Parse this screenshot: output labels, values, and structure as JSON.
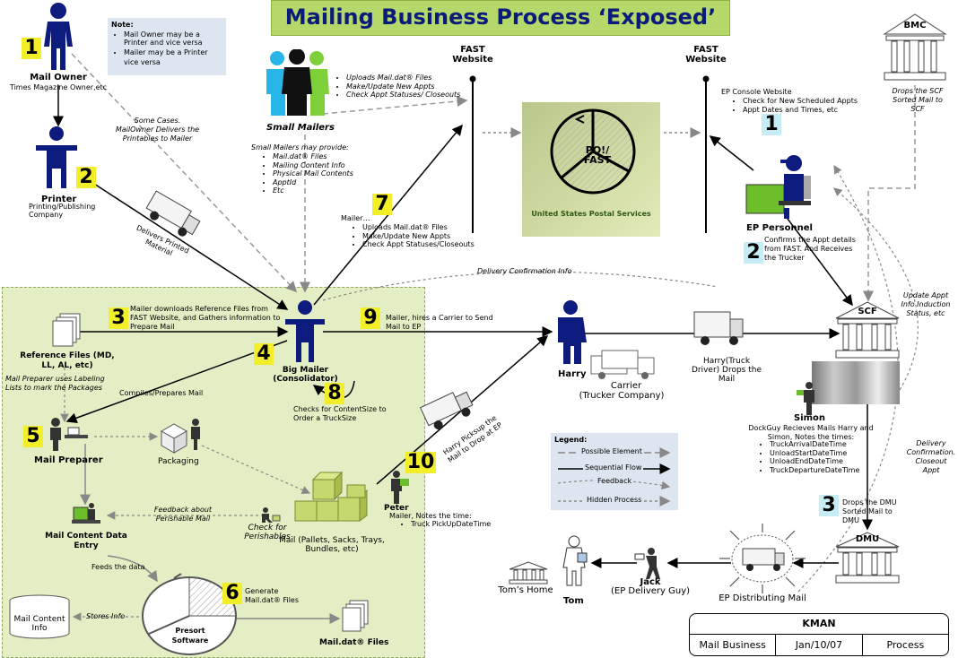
{
  "title": "Mailing Business Process ‘Exposed’",
  "note": {
    "heading": "Note:",
    "items": [
      "Mail Owner may be a Printer and vice versa",
      "Mailer may be a Printer",
      "vice versa"
    ]
  },
  "actors": {
    "mail_owner": {
      "name": "Mail Owner",
      "sub": "Times Magazine Owner,etc",
      "num": "1"
    },
    "printer": {
      "name": "Printer",
      "sub": "Printing/Publishing Company",
      "num": "2"
    },
    "small_mailers": {
      "name": "Small Mailers"
    },
    "big_mailer": {
      "name": "Big Mailer",
      "sub": "(Consolidator)"
    },
    "harry": {
      "name": "Harry"
    },
    "carrier": {
      "name": "Carrier",
      "sub": "(Trucker Company)"
    },
    "ep_personnel": {
      "name": "EP Personnel"
    },
    "simon": {
      "name": "Simon"
    },
    "peter": {
      "name": "Peter"
    },
    "jack": {
      "name": "Jack",
      "sub": "(EP Delivery Guy)"
    },
    "tom": {
      "name": "Tom"
    },
    "mail_preparer": {
      "name": "Mail Preparer"
    },
    "mail_content_data_entry": {
      "name": "Mail Content Data Entry"
    }
  },
  "places": {
    "fast_left": "FAST Website",
    "fast_right": "FAST Website",
    "bmc": "BMC",
    "scf": "SCF",
    "dmu": "DMU",
    "toms_home": "Tom’s Home",
    "usps_center": "PO!/ FAST",
    "usps_label": "United States Postal Services"
  },
  "texts": {
    "some_cases": "Some Cases. MailOwner Delivers the Printables to Mailer",
    "delivers_printed": "Delivers Printed Material",
    "small_mailers_actions": [
      "Uploads Mail.dat® Files",
      "Make/Update New Appts",
      "Check Appt Statuses/ Closeouts"
    ],
    "small_mailers_provide_head": "Small Mailers may provide:",
    "small_mailers_provide": [
      "Mail.dat® Files",
      "Mailing Content Info",
      "Physical Mail Contents",
      "ApptId",
      "Etc"
    ],
    "mailer_head": "Mailer…",
    "mailer_actions": [
      "Uploads Mail.dat® Files",
      "Make/Update New Appts",
      "Check Appt Statuses/Closeouts"
    ],
    "ep_console_head": "EP Console Website",
    "ep_console_items": [
      "Check for New Scheduled Appts",
      "Appt Dates and Times, etc"
    ],
    "bmc_drops": "Drops the SCF Sorted Mail to SCF",
    "ep_confirms": "Confirms the Appt details from FAST. And Receives the Trucker",
    "delivery_confirmation_info": "Delivery Confirmation Info",
    "update_appt": "Update Appt Info Induction Status, etc",
    "step3": "Mailer downloads Reference Files from FAST Website, and Gathers information to Prepare Mail",
    "reference_files": "Reference Files (MD, LL, AL, etc)",
    "mail_preparer_uses": "Mail Preparer uses Labeling Lists to mark the Packages",
    "compiles": "Compiles/Prepares Mail",
    "checks_size": "Checks for ContentSize to Order a TruckSize",
    "step9": "Mailer, hires a Carrier to Send Mail to EP",
    "harry_drops": "Harry(Truck Driver) Drops the Mail",
    "harry_pickup": "Harry Picksup the Mail to Drop at EP",
    "packaging": "Packaging",
    "feedback_perishable": "Feedback about Perishable Mail",
    "check_perishables": "Check for Perishables",
    "mail_desc": "Mail (Pallets, Sacks, Trays, Bundles, etc)",
    "peter_notes_head": "Mailer, Notes the time:",
    "peter_notes": [
      "Truck PickUpDateTime"
    ],
    "dockguy_head": "DockGuy Recieves Mails Harry and Simon, Notes the times:",
    "dockguy_items": [
      "TruckArrivalDateTime",
      "UnloadStartDateTime",
      "UnloadEndDateTime",
      "TruckDepartureDateTime"
    ],
    "delivery_confirmation": "Delivery Confirmation. Closeout Appt",
    "drops_dmu": "Drops the DMU Sorted Mail to DMU",
    "feeds_data": "Feeds the data",
    "generate_files": "Generate Mail.dat® Files",
    "stores_info": "Stores Info",
    "mail_content_info": "Mail Content Info",
    "presort_software": "Presort Software",
    "mail_dat_files": "Mail.dat® Files",
    "ep_distributing": "EP Distributing Mail"
  },
  "step_numbers": {
    "s1": "1",
    "s2": "2",
    "s3": "3",
    "s4": "4",
    "s5": "5",
    "s6": "6",
    "s7": "7",
    "s8": "8",
    "s9": "9",
    "s10": "10",
    "r1": "1",
    "r2": "2",
    "r3": "3"
  },
  "legend": {
    "title": "Legend:",
    "items": [
      "Possible Element",
      "Sequential Flow",
      "Feedback",
      "Hidden Process"
    ]
  },
  "footer": {
    "title": "KMAN",
    "cells": [
      "Mail Business",
      "Jan/10/07",
      "Process"
    ]
  },
  "colors": {
    "title_bg": "#b6d86a",
    "title_text": "#0b1b7a",
    "person": "#0d1a7e",
    "step_yellow": "#f2ef2a",
    "step_blue": "#c6ecf6",
    "green_region": "#e4eec4"
  }
}
